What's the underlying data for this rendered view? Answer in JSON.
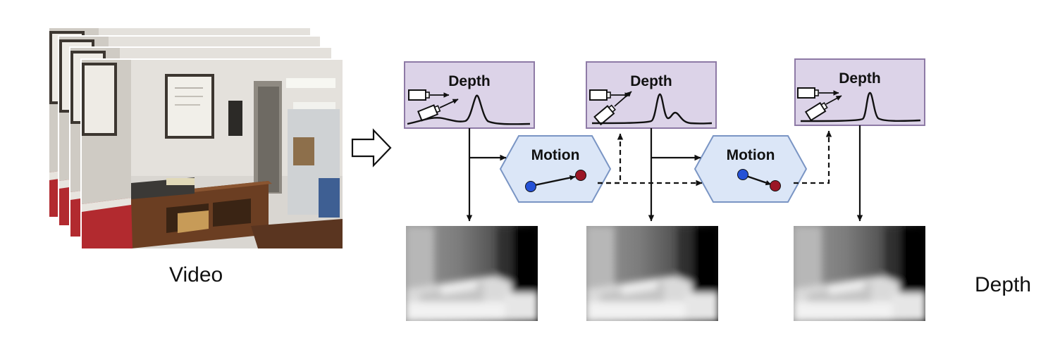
{
  "labels": {
    "video": "Video",
    "depth_output": "Depth",
    "depth_box": "Depth",
    "motion_box": "Motion"
  },
  "colors": {
    "depth_box_fill": "#dcd3e8",
    "depth_box_stroke": "#8e7aa6",
    "motion_fill": "#dbe6f7",
    "motion_stroke": "#7a95c4",
    "point_start": "#2451d6",
    "point_end": "#9b1625"
  }
}
